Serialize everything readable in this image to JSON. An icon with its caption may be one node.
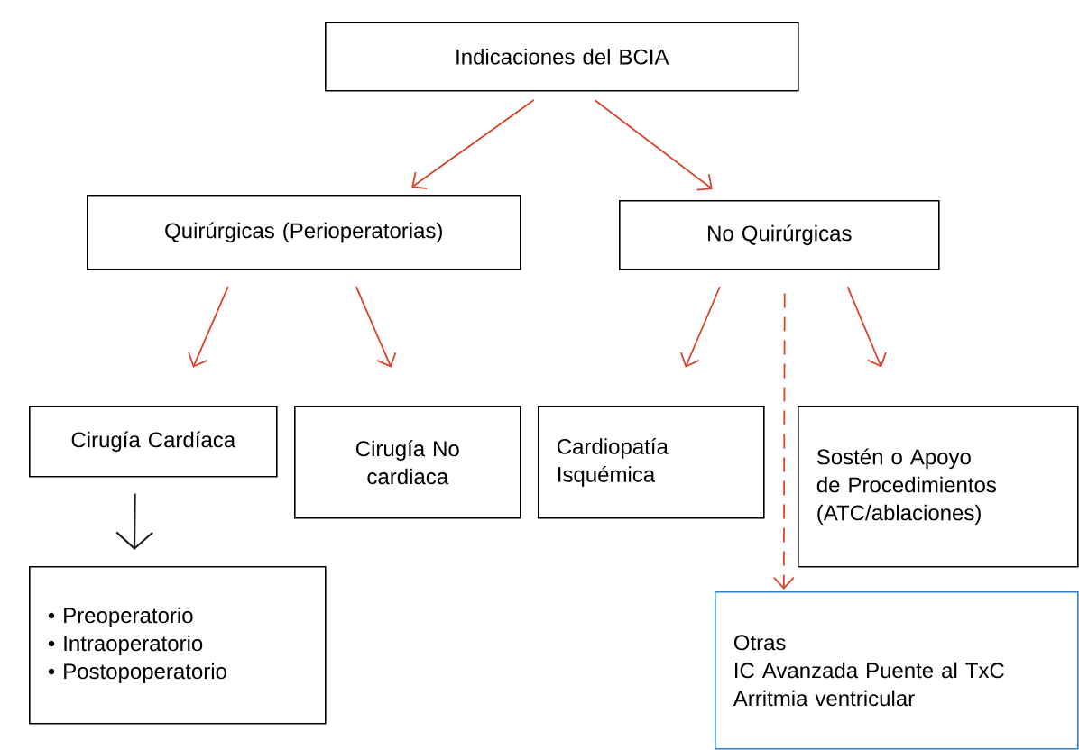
{
  "diagram": {
    "nodes": [
      {
        "text": [
          "Indicaciones del BCIA"
        ]
      },
      {
        "text": [
          "Quirúrgicas (Perioperatorias)"
        ]
      },
      {
        "text": [
          "No Quirúrgicas"
        ]
      },
      {
        "text": [
          "Cirugía Cardíaca"
        ]
      },
      {
        "text": [
          "Cirugía No cardiaca"
        ]
      },
      {
        "text": [
          "Cardiopatía Isquémica"
        ]
      },
      {
        "text": [
          "Sostén o Apoyo de Procedimientos (ATC/ablaciones)"
        ]
      },
      {
        "text": [
          "• Preoperatorio",
          "• Intraoperatorio",
          "• Postopoperatorio"
        ]
      },
      {
        "text": [
          "Otras",
          "IC Avanzada Puente al TxC Arritmia ventricular"
        ]
      }
    ],
    "edges": [
      {
        "from": 0,
        "to": 1,
        "arrow": "to"
      },
      {
        "from": 0,
        "to": 2,
        "arrow": "to"
      },
      {
        "from": 1,
        "to": 3,
        "arrow": "to"
      },
      {
        "from": 1,
        "to": 4,
        "arrow": "to"
      },
      {
        "from": 2,
        "to": 5,
        "arrow": "to"
      },
      {
        "from": 2,
        "to": 8,
        "arrow": "to",
        "style": "dashed"
      },
      {
        "from": 2,
        "to": 6,
        "arrow": "to"
      },
      {
        "from": 3,
        "to": 7,
        "arrow": "to",
        "color": "#231f20"
      }
    ]
  }
}
